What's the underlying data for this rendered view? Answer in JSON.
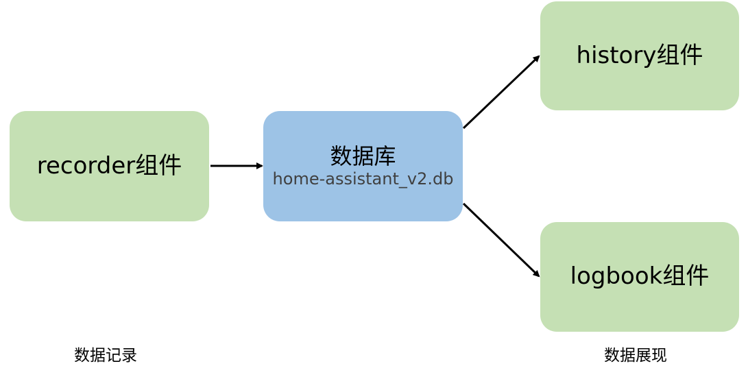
{
  "nodes": {
    "recorder": {
      "label": "recorder组件"
    },
    "database": {
      "title": "数据库",
      "file": "home-assistant_v2.db"
    },
    "history": {
      "label": "history组件"
    },
    "logbook": {
      "label": "logbook组件"
    }
  },
  "captions": {
    "record": "数据记录",
    "display": "数据展现"
  },
  "colors": {
    "component_fill": "#c5e0b4",
    "database_fill": "#9dc3e6",
    "arrow": "#000000"
  }
}
